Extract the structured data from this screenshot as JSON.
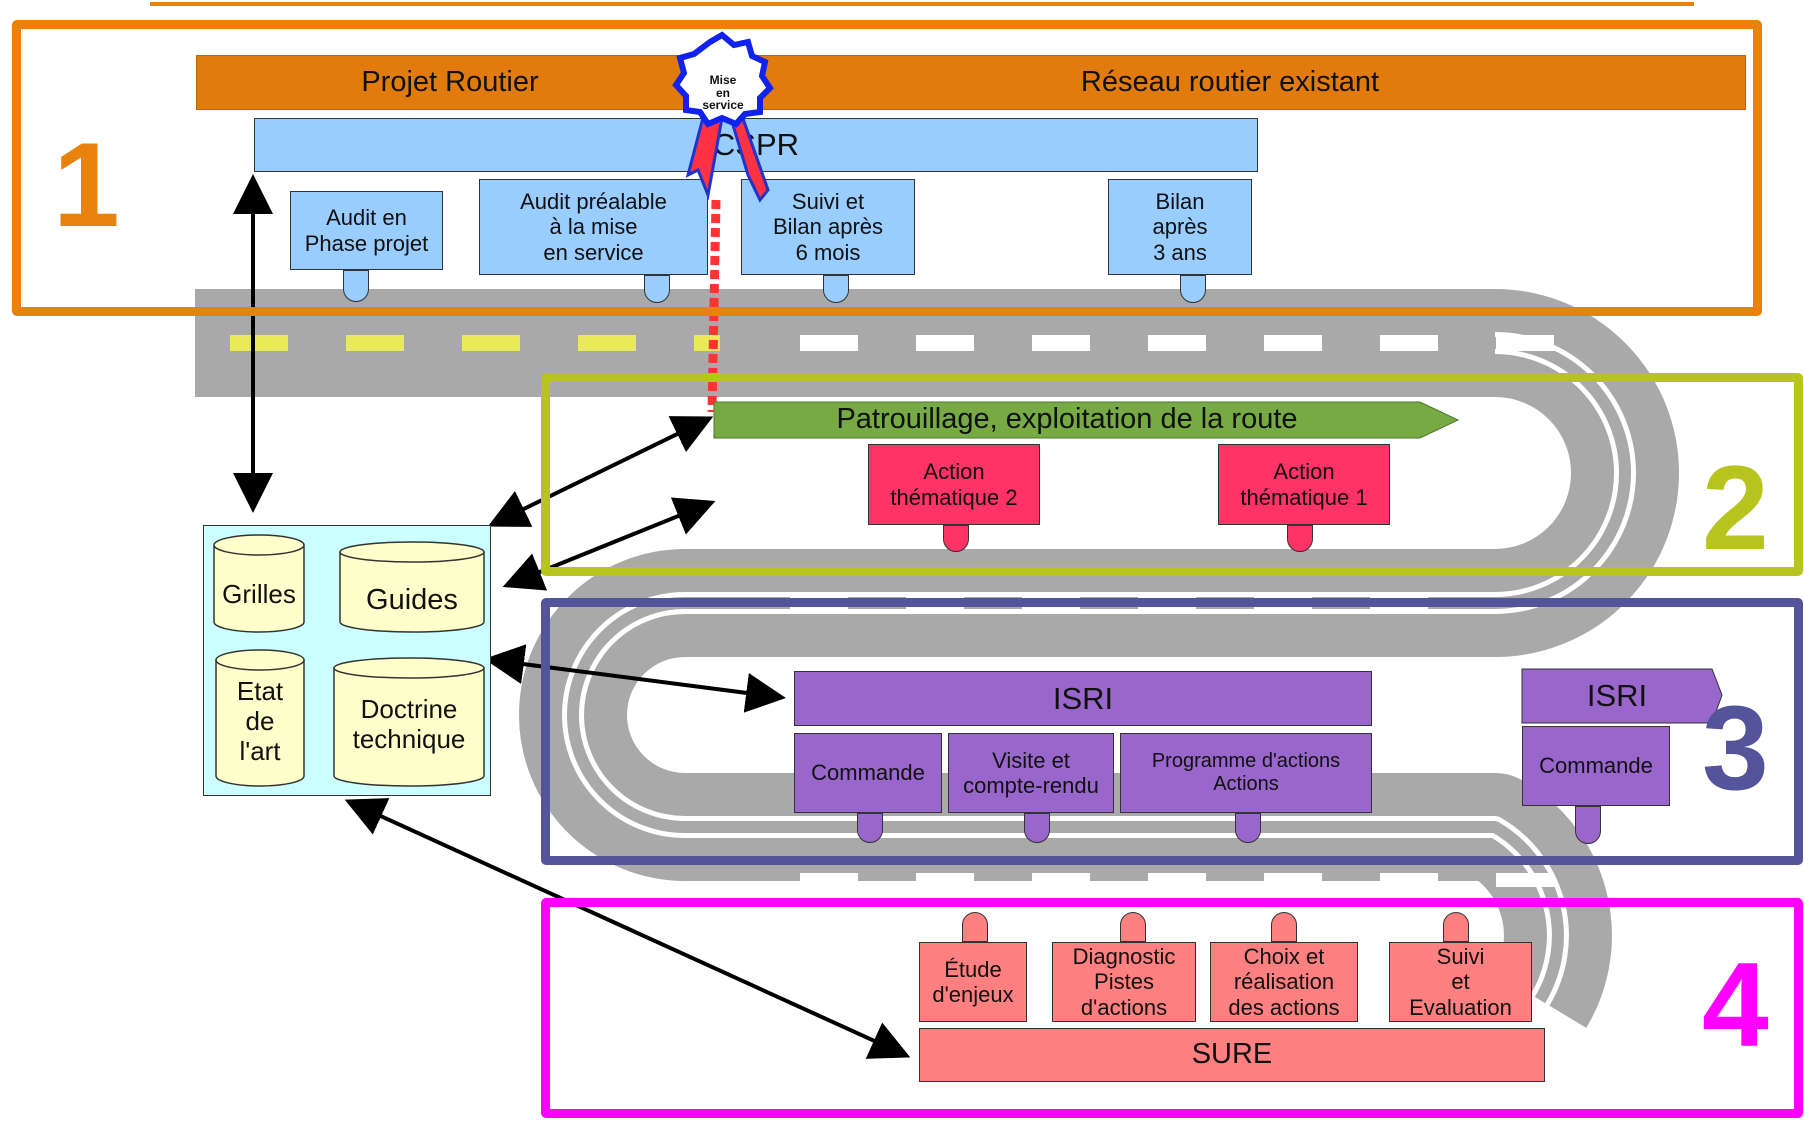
{
  "header_band": {
    "left": "Projet Routier",
    "right": "Réseau routier existant"
  },
  "badge": {
    "text": "Mise\nen\nservice"
  },
  "section1": {
    "number": "1",
    "cspr": "CSPR",
    "boxes": [
      "Audit en\nPhase projet",
      "Audit préalable\nà la mise\nen service",
      "Suivi et\nBilan après\n6 mois",
      "Bilan\naprès\n3 ans"
    ]
  },
  "section2": {
    "number": "2",
    "patrol": "Patrouillage, exploitation de la route",
    "actions": [
      "Action\nthématique 2",
      "Action\nthématique 1"
    ]
  },
  "section3": {
    "number": "3",
    "isri_main": "ISRI",
    "isri_right": "ISRI",
    "boxes": [
      "Commande",
      "Visite et\ncompte-rendu",
      "Programme d'actions\nActions"
    ],
    "right_box": "Commande"
  },
  "section4": {
    "number": "4",
    "boxes": [
      "Étude\nd'enjeux",
      "Diagnostic\nPistes\nd'actions",
      "Choix et\nréalisation\ndes actions",
      "Suivi\net\nEvaluation"
    ],
    "sure": "SURE"
  },
  "resources": {
    "items": [
      "Grilles",
      "Guides",
      "Etat\nde\nl'art",
      "Doctrine\ntechnique"
    ]
  },
  "colors": {
    "orange": "#e8820c",
    "yellow_green": "#b8c41e",
    "navy": "#54549a",
    "magenta": "#ff00ff"
  }
}
